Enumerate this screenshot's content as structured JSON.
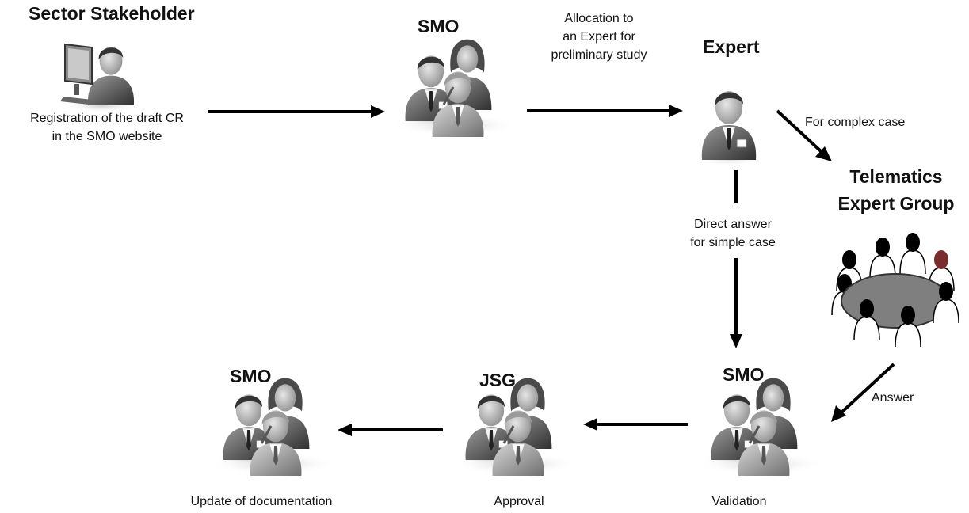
{
  "nodes": {
    "stakeholder": {
      "title": "Sector Stakeholder",
      "caption_lines": [
        "Registration of the draft CR",
        "in the SMO website"
      ]
    },
    "smo_top": {
      "title": "SMO"
    },
    "expert": {
      "title": "Expert"
    },
    "teg": {
      "title_lines": [
        "Telematics",
        "Expert Group"
      ]
    },
    "smo_validation": {
      "title": "SMO",
      "caption": "Validation"
    },
    "jsg": {
      "title": "JSG",
      "caption": "Approval"
    },
    "smo_update": {
      "title": "SMO",
      "caption": "Update of documentation"
    }
  },
  "edges": {
    "allocation_lines": [
      "Allocation to",
      "an Expert for",
      "preliminary study"
    ],
    "complex": "For complex case",
    "direct_lines": [
      "Direct answer",
      "for simple case"
    ],
    "answer": "Answer"
  },
  "icons": {
    "person": "person-icon",
    "computer": "computer-icon",
    "meeting": "meeting-table-icon"
  }
}
